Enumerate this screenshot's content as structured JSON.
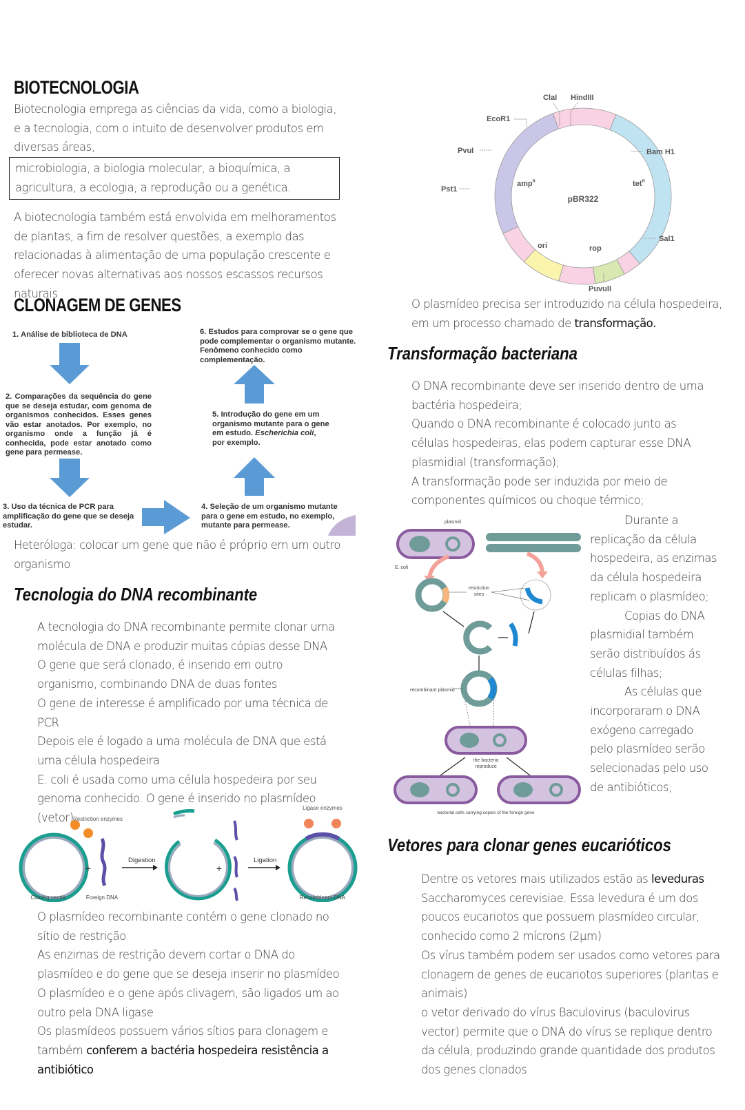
{
  "biotecnologia": {
    "title": "BIOTECNOLOGIA",
    "intro": "Biotecnologia emprega as ciências da vida, como a biologia, e a tecnologia, com o intuito de desenvolver produtos em diversas áreas,",
    "boxed_areas": "microbiologia, a biologia molecular, a bioquímica, a agricultura, a ecologia, a reprodução ou a genética.",
    "paragraph": "A biotecnologia também está envolvida em melhoramentos de plantas, a fim de resolver questões, a exemplo das relacionadas à alimentação de uma população crescente e oferecer novas alternativas aos nossos escassos recursos naturais"
  },
  "clonagem": {
    "title": "CLONAGEM DE GENES",
    "flow_steps": [
      "1. Análise de biblioteca de DNA",
      "2. Comparações da sequência do gene que se deseja estudar, com genoma de organismos conhecidos. Esses genes vão estar anotados. Por exemplo, no organismo onde a função já é conhecida, pode estar anotado como gene para permease.",
      "3. Uso da técnica de PCR para amplificação do gene que se deseja estudar.",
      "4. Seleção de um organismo mutante para o gene em estudo, no exemplo, mutante para permease.",
      "5. Introdução do gene em um organismo mutante para o gene em estudo.",
      "6. Estudos para comprovar se o gene que pode complementar o organismo mutante. Fenômeno conhecido como complementação."
    ],
    "step5_italic": "Escherichia coli",
    "step5_suffix": ", por exemplo.",
    "arrow_color": "#5b9bd5",
    "heterologa": "Heteróloga: colocar um gene que não é próprio em um outro organismo"
  },
  "dna_recombinante": {
    "title": "Tecnologia do DNA recombinante",
    "items": [
      "A tecnologia do DNA recombinante permite clonar uma molécula de DNA e produzir muitas cópias desse DNA",
      "O gene que será clonado, é inserido em outro organismo, combinando DNA de duas fontes",
      "O gene de interesse é amplificado por uma técnica de PCR",
      "Depois ele é logado a uma molécula de DNA que está uma célula hospedeira",
      "E. coli é usada como uma célula hospedeira por seu genoma conhecido. O gene é inserido no plasmídeo (vetor)"
    ],
    "figure": {
      "restriction_label": "Restriction enzymes",
      "ligase_label": "Ligase enzymes",
      "digestion_label": "Digestion",
      "ligation_label": "Ligation",
      "plus": "+",
      "cloning_vector": "Cloning vector",
      "foreign_dna": "Foreign DNA",
      "recombinant_dna": "Recombinant DNA",
      "colors": {
        "vector": "#1a9e8f",
        "inner": "#9aa9bd",
        "foreign": "#5b4fa8",
        "enzyme": "#f28c28",
        "ligase": "#f0855a"
      }
    },
    "items2": [
      "O plasmídeo recombinante contém o gene clonado no sítio de restrição",
      "As enzimas de restrição devem cortar o DNA do plasmídeo e do gene que se deseja inserir no plasmídeo",
      "O plasmídeo e o gene após clivagem, são ligados um ao outro pela DNA ligase"
    ],
    "last_item_plain": "Os plasmídeos possuem vários sítios para clonagem e também ",
    "last_item_strong": "conferem a bactéria hospedeira resistência a antibiótico"
  },
  "plasmid_map": {
    "name": "pBR322",
    "sites": [
      "ClaI",
      "HindIII",
      "EcoR1",
      "PvuI",
      "Bam H1",
      "Pst1",
      "Sal1",
      "Puvull"
    ],
    "genes": [
      "ampR",
      "tetR",
      "ori",
      "rop"
    ],
    "gene_labels": {
      "amp": "amp",
      "tet": "tet",
      "sup": "R",
      "ori": "ori",
      "rop": "rop"
    },
    "colors": {
      "amp": "#c9c6e8",
      "tet": "#c0e3f2",
      "pink": "#f9d3e3",
      "ori": "#fbf4ad",
      "rop": "#d8e8b0"
    }
  },
  "transformacao_intro_plain": "O plasmídeo precisa ser introduzido na célula hospedeira, em um processo chamado de ",
  "transformacao_intro_strong": "transformação.",
  "transformacao": {
    "title": "Transformação bacteriana",
    "items": [
      "O DNA recombinante deve ser inserido dentro de uma bactéria hospedeira;",
      "Quando o DNA recombinante é colocado junto as células hospedeiras, elas podem capturar esse DNA plasmidial (transformação);",
      "A transformação pode ser induzida por meio de componentes químicos ou choque térmico;"
    ],
    "side_items": [
      "Durante a replicação da célula hospedeira, as enzimas da célula hospedeira replicam o plasmídeo;",
      "Copias do DNA plasmidial também serão distribuídos ás células filhas;",
      "As células que incorporaram o DNA exógeno carregado pelo plasmídeo serão selecionadas pelo uso de antibióticos;"
    ],
    "figure": {
      "plasmid": "plasmid",
      "ecoli": "E. coli",
      "restriction_sites": "restriction sites",
      "recombinant_plasmid": "recombinant plasmid",
      "bacteria_reproduce": "the bacteria reproduce",
      "caption": "bacterial cells carrying copies of the foreign gene",
      "colors": {
        "cell": "#d4c3e0",
        "membrane": "#8a5a9e",
        "dna": "#6f9b98",
        "site": "#f5b77d",
        "gene": "#1f88d0",
        "arrow": "#f3a29a"
      }
    }
  },
  "vetores": {
    "title": "Vetores para clonar genes eucarióticos",
    "p1_plain": "Dentre os vetores mais utilizados estão as ",
    "p1_strong": "leveduras",
    "p1_rest": " Saccharomyces cerevisiae. Essa levedura é um dos poucos eucariotos que possuem plasmídeo circular, conhecido como 2 mícrons (2µm)",
    "items": [
      "Os vírus também podem ser usados como vetores para clonagem de genes de eucariotos superiores (plantas e animais)",
      "o vetor derivado do vírus Baculovirus (baculovirus vector) permite que o DNA do vírus se replique dentro da célula, produzindo grande quantidade dos produtos dos genes clonados"
    ]
  }
}
